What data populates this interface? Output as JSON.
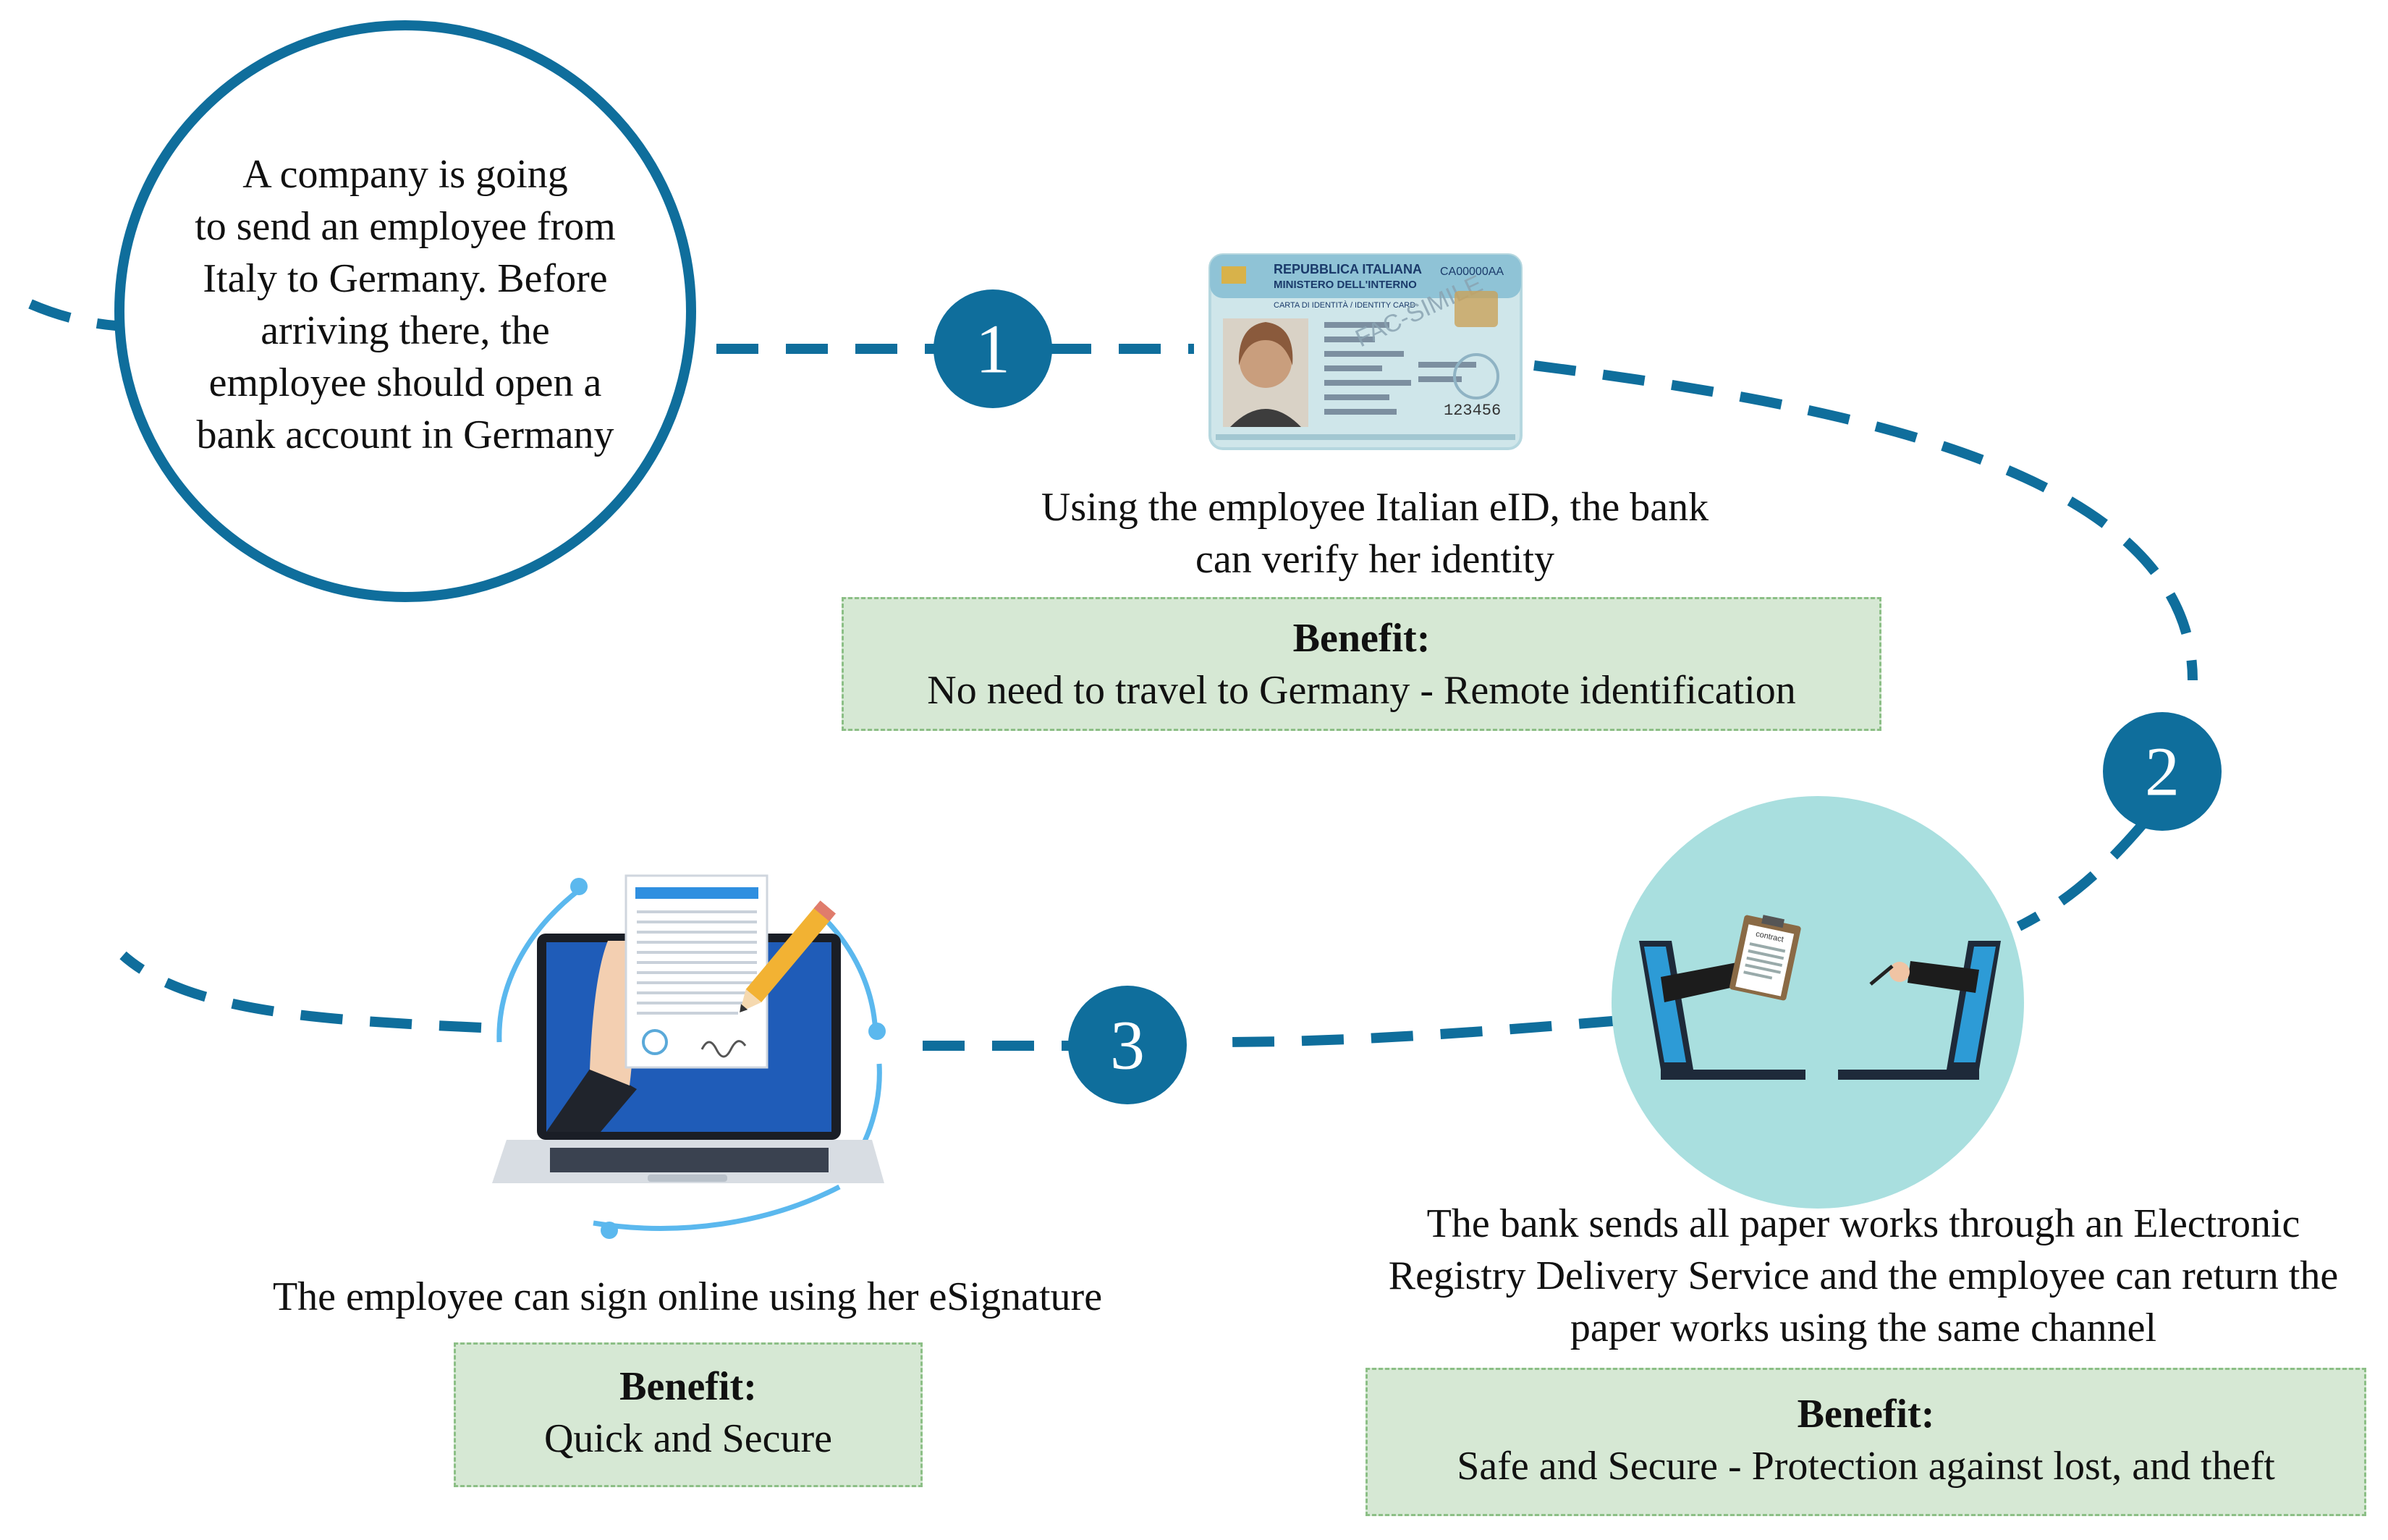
{
  "intro": {
    "text_lines": [
      "A company is going",
      "to send an employee from",
      "Italy to Germany. Before",
      "arriving there, the",
      "employee should open a",
      "bank account in Germany"
    ]
  },
  "steps": [
    {
      "number": "1",
      "description_lines": [
        "Using the employee Italian eID, the bank",
        "can verify her identity"
      ],
      "benefit_title": "Benefit:",
      "benefit_text": "No need to travel to Germany - Remote identification"
    },
    {
      "number": "2",
      "description_lines": [
        "The bank sends all paper works through an Electronic",
        "Registry Delivery Service and the employee can return the",
        "paper works using the same channel"
      ],
      "benefit_title": "Benefit:",
      "benefit_text": "Safe and Secure - Protection against lost, and theft"
    },
    {
      "number": "3",
      "description_lines": [
        "The employee can sign online using her eSignature"
      ],
      "benefit_title": "Benefit:",
      "benefit_text": "Quick and Secure"
    }
  ],
  "id_card": {
    "header_line1": "REPUBBLICA ITALIANA",
    "header_line2": "MINISTERO DELL'INTERNO",
    "header_line3": "CARTA DI IDENTITÀ / IDENTITY CARD",
    "card_number": "CA00000AA",
    "stamp": "FAC-SIMILE",
    "code": "123456"
  },
  "contract_label": "contract",
  "colors": {
    "accent_blue": "#0f6e9c",
    "benefit_fill": "#d6e8d4",
    "benefit_border": "#8cbf86",
    "teal_circle": "#a9dfdf"
  }
}
